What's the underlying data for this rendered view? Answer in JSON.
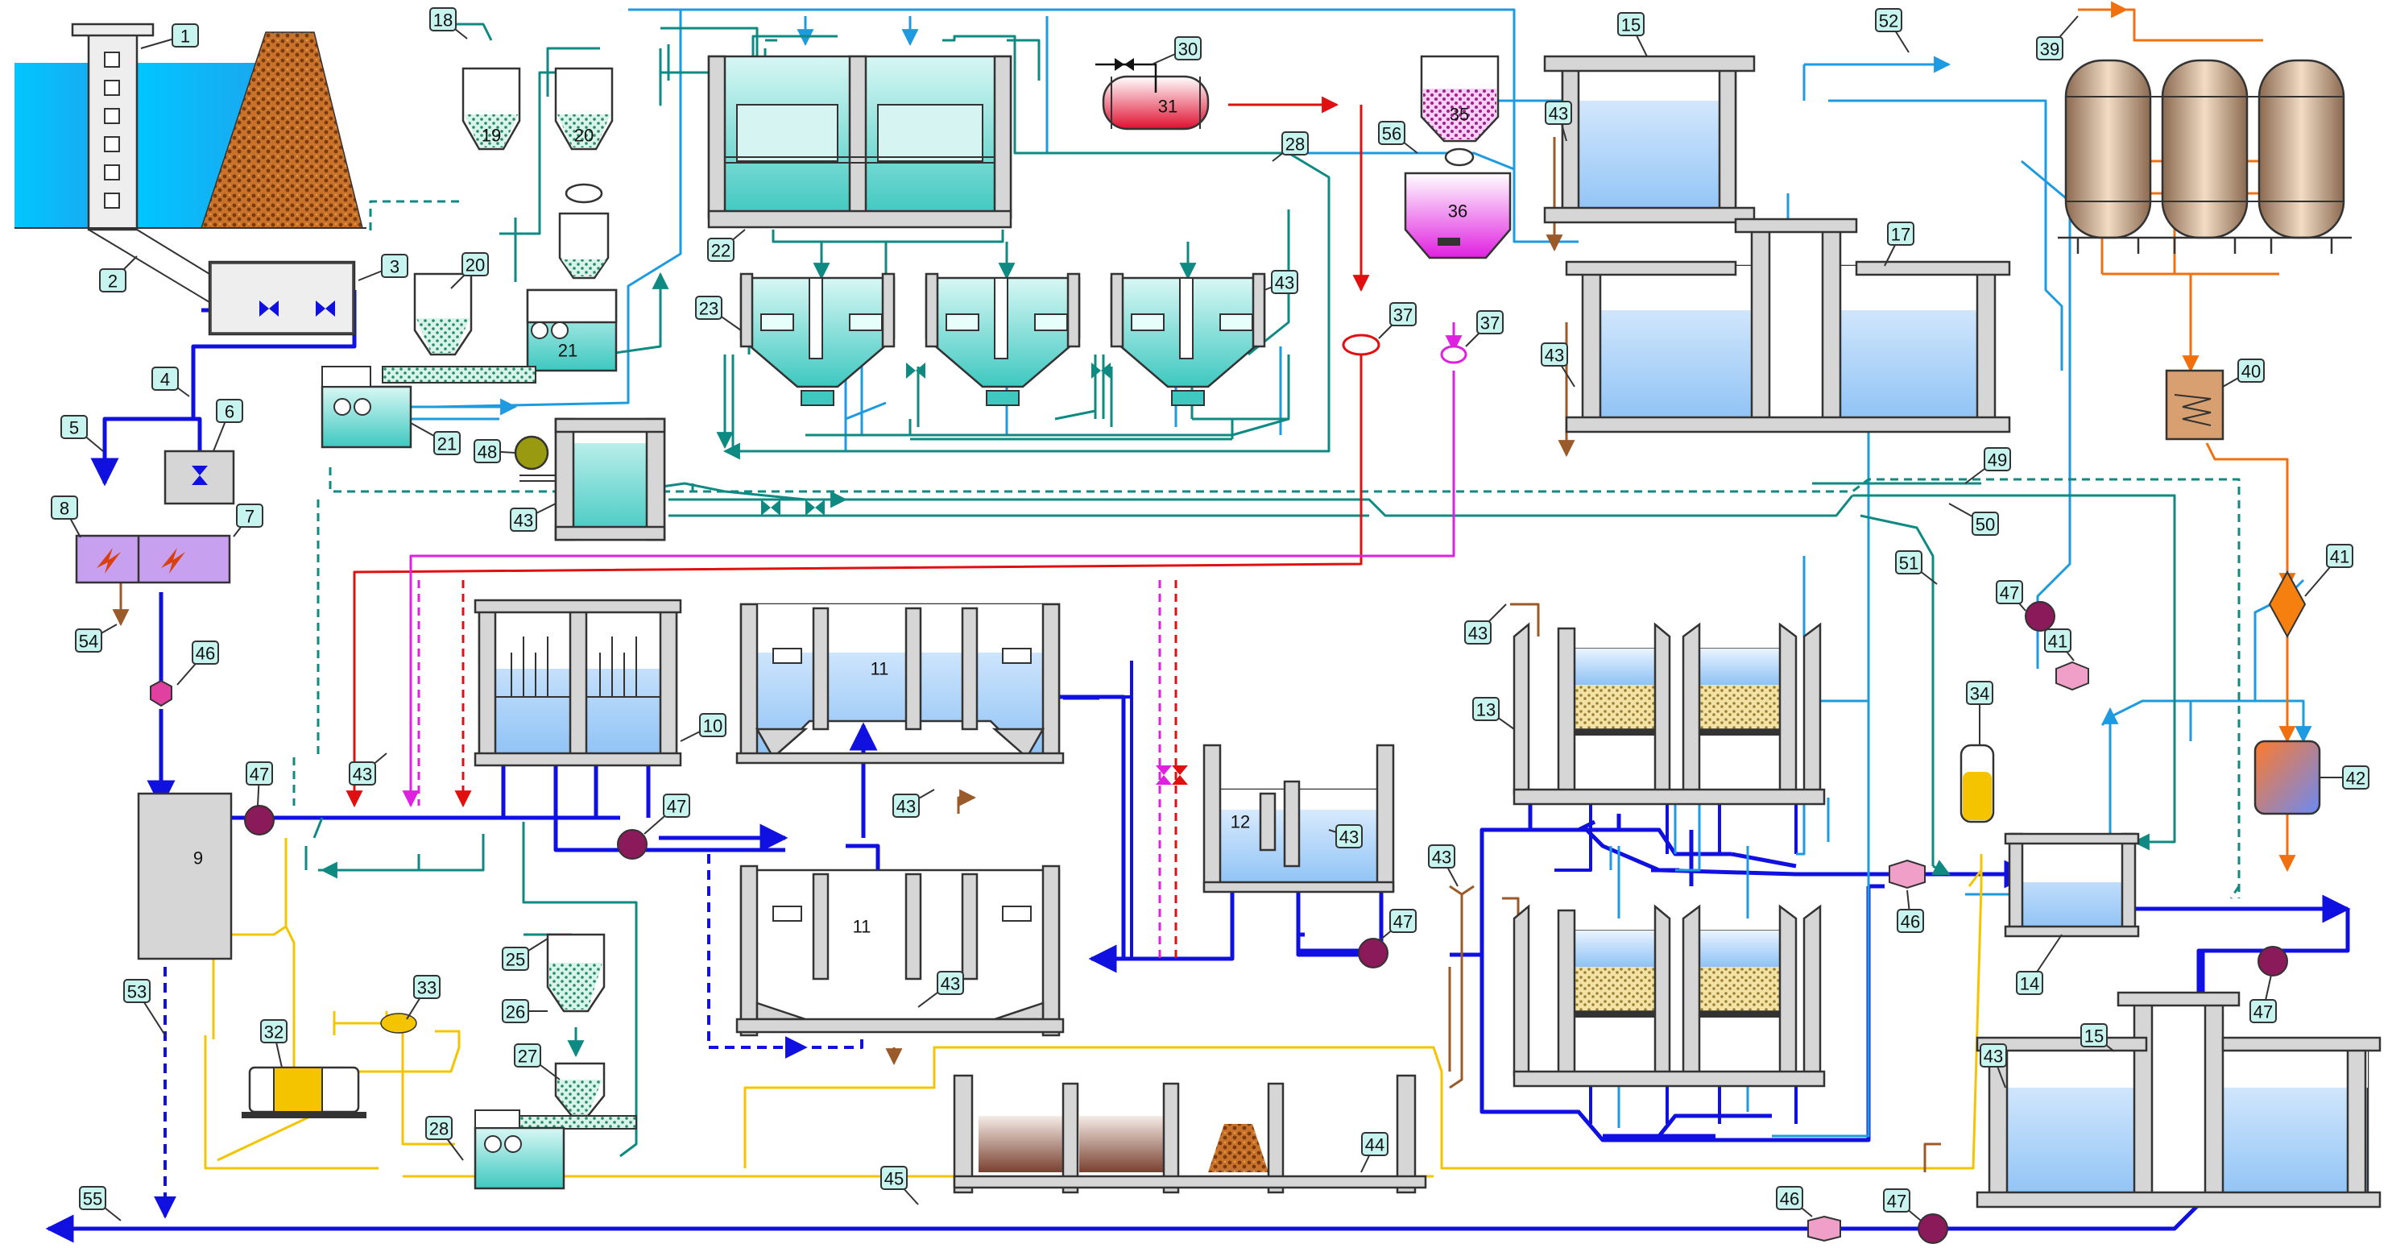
{
  "diagram": {
    "labels": [
      "1",
      "2",
      "3",
      "4",
      "5",
      "6",
      "7",
      "8",
      "9",
      "10",
      "11",
      "12",
      "13",
      "14",
      "15",
      "17",
      "18",
      "19",
      "20",
      "21",
      "22",
      "23",
      "25",
      "26",
      "27",
      "28",
      "30",
      "31",
      "32",
      "33",
      "34",
      "35",
      "36",
      "37",
      "39",
      "40",
      "41",
      "42",
      "43",
      "44",
      "45",
      "46",
      "47",
      "48",
      "49",
      "50",
      "51",
      "52",
      "53",
      "54",
      "55",
      "56"
    ],
    "unit_numbers": {
      "u9": "9",
      "u11a": "11",
      "u11b": "11",
      "u12": "12",
      "u19": "19",
      "u20": "20",
      "u21": "21",
      "u31": "31",
      "u35": "35",
      "u36": "36"
    },
    "callouts": [
      {
        "id": "c1",
        "text": "1"
      },
      {
        "id": "c2",
        "text": "2"
      },
      {
        "id": "c3",
        "text": "3"
      },
      {
        "id": "c4",
        "text": "4"
      },
      {
        "id": "c5",
        "text": "5"
      },
      {
        "id": "c6",
        "text": "6"
      },
      {
        "id": "c7",
        "text": "7"
      },
      {
        "id": "c8",
        "text": "8"
      },
      {
        "id": "c10",
        "text": "10"
      },
      {
        "id": "c13",
        "text": "13"
      },
      {
        "id": "c14",
        "text": "14"
      },
      {
        "id": "c15a",
        "text": "15"
      },
      {
        "id": "c15b",
        "text": "15"
      },
      {
        "id": "c17",
        "text": "17"
      },
      {
        "id": "c18",
        "text": "18"
      },
      {
        "id": "c20",
        "text": "20"
      },
      {
        "id": "c21",
        "text": "21"
      },
      {
        "id": "c22",
        "text": "22"
      },
      {
        "id": "c23",
        "text": "23"
      },
      {
        "id": "c25",
        "text": "25"
      },
      {
        "id": "c26",
        "text": "26"
      },
      {
        "id": "c27",
        "text": "27"
      },
      {
        "id": "c28a",
        "text": "28"
      },
      {
        "id": "c28b",
        "text": "28"
      },
      {
        "id": "c30",
        "text": "30"
      },
      {
        "id": "c32",
        "text": "32"
      },
      {
        "id": "c33",
        "text": "33"
      },
      {
        "id": "c34",
        "text": "34"
      },
      {
        "id": "c37a",
        "text": "37"
      },
      {
        "id": "c37b",
        "text": "37"
      },
      {
        "id": "c39",
        "text": "39"
      },
      {
        "id": "c40",
        "text": "40"
      },
      {
        "id": "c41a",
        "text": "41"
      },
      {
        "id": "c41b",
        "text": "41"
      },
      {
        "id": "c42",
        "text": "42"
      },
      {
        "id": "c43a",
        "text": "43"
      },
      {
        "id": "c43b",
        "text": "43"
      },
      {
        "id": "c43c",
        "text": "43"
      },
      {
        "id": "c43d",
        "text": "43"
      },
      {
        "id": "c43e",
        "text": "43"
      },
      {
        "id": "c43f",
        "text": "43"
      },
      {
        "id": "c43g",
        "text": "43"
      },
      {
        "id": "c43h",
        "text": "43"
      },
      {
        "id": "c43i",
        "text": "43"
      },
      {
        "id": "c43j",
        "text": "43"
      },
      {
        "id": "c43k",
        "text": "43"
      },
      {
        "id": "c44",
        "text": "44"
      },
      {
        "id": "c45",
        "text": "45"
      },
      {
        "id": "c46a",
        "text": "46"
      },
      {
        "id": "c46b",
        "text": "46"
      },
      {
        "id": "c46c",
        "text": "46"
      },
      {
        "id": "c47a",
        "text": "47"
      },
      {
        "id": "c47b",
        "text": "47"
      },
      {
        "id": "c47c",
        "text": "47"
      },
      {
        "id": "c47d",
        "text": "47"
      },
      {
        "id": "c47e",
        "text": "47"
      },
      {
        "id": "c47f",
        "text": "47"
      },
      {
        "id": "c48",
        "text": "48"
      },
      {
        "id": "c49",
        "text": "49"
      },
      {
        "id": "c50",
        "text": "50"
      },
      {
        "id": "c51",
        "text": "51"
      },
      {
        "id": "c52",
        "text": "52"
      },
      {
        "id": "c53",
        "text": "53"
      },
      {
        "id": "c54",
        "text": "54"
      },
      {
        "id": "c55",
        "text": "55"
      },
      {
        "id": "c56",
        "text": "56"
      }
    ]
  },
  "colors": {
    "raw_water": "#1010e0",
    "backwash_water": "#1e9be0",
    "sludge_return": "#0e8a82",
    "chemical_feed": "#0e8a82",
    "chlorine": "#e01010",
    "permanganate": "#e020e0",
    "air": "#f5c400",
    "drain": "#9a5a2a",
    "filter_media": "#f0e0a0",
    "water_fill": "#b8d8f8",
    "clarifier_fill": "#3ec8c0",
    "pump": "#8a1a5a",
    "sludge_tank": "#7a5040",
    "heat": "#f07010"
  }
}
